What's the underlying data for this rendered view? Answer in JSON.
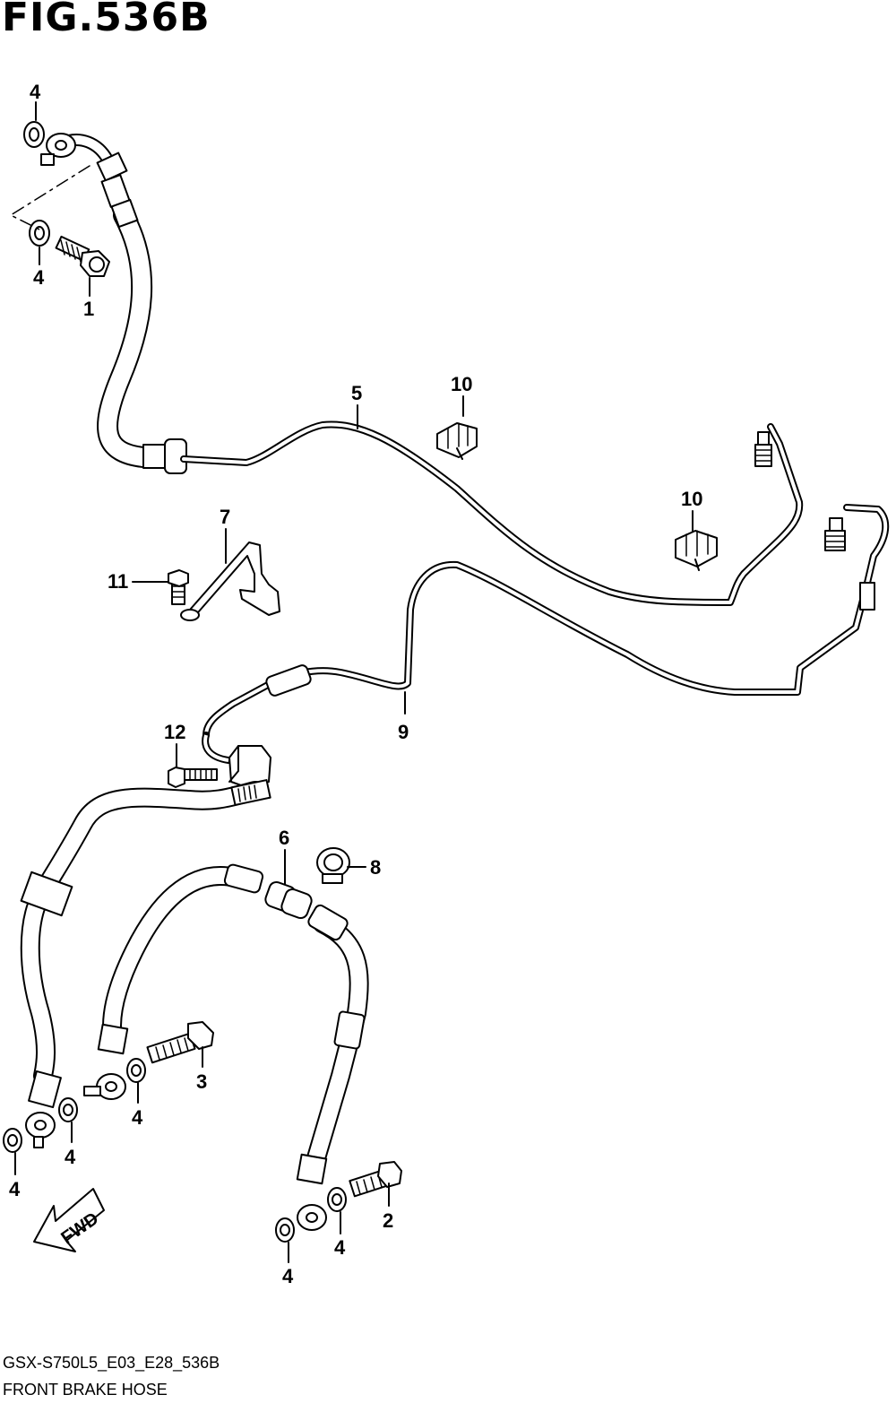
{
  "figure": {
    "title": "FIG.536B"
  },
  "callouts": [
    {
      "id": "c4a",
      "label": "4"
    },
    {
      "id": "c4b",
      "label": "4"
    },
    {
      "id": "c1",
      "label": "1"
    },
    {
      "id": "c5",
      "label": "5"
    },
    {
      "id": "c10a",
      "label": "10"
    },
    {
      "id": "c10b",
      "label": "10"
    },
    {
      "id": "c7",
      "label": "7"
    },
    {
      "id": "c11",
      "label": "11"
    },
    {
      "id": "c9",
      "label": "9"
    },
    {
      "id": "c12",
      "label": "12"
    },
    {
      "id": "c6",
      "label": "6"
    },
    {
      "id": "c8",
      "label": "8"
    },
    {
      "id": "c3",
      "label": "3"
    },
    {
      "id": "c4c",
      "label": "4"
    },
    {
      "id": "c4d",
      "label": "4"
    },
    {
      "id": "c4e",
      "label": "4"
    },
    {
      "id": "c2",
      "label": "2"
    },
    {
      "id": "c4f",
      "label": "4"
    },
    {
      "id": "c4g",
      "label": "4"
    }
  ],
  "direction_marker": {
    "label": "FWD"
  },
  "footer": {
    "model_code": "GSX-S750L5_E03_E28_536B",
    "section_name": "FRONT BRAKE HOSE"
  }
}
